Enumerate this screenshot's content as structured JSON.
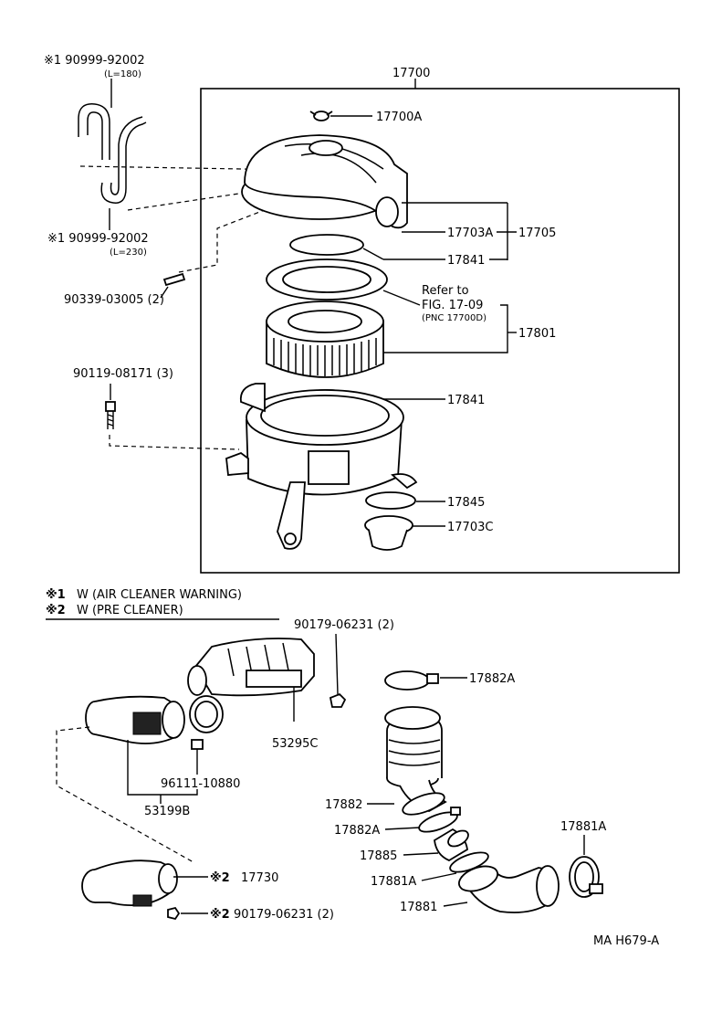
{
  "diagram_id": "MA  H679-A",
  "assembly_number": "17700",
  "labels": {
    "hose_180_part": "※1 90999-92002",
    "hose_180_len": "(L=180)",
    "hose_230_part": "※1 90999-92002",
    "hose_230_len": "(L=230)",
    "pin": "90339-03005 (2)",
    "bolt": "90119-08171 (3)",
    "wing_nut": "17700A",
    "cap_seal": "17703A",
    "cap_sub": "17705",
    "gasket_upper": "17841",
    "refer_line1": "Refer  to",
    "refer_line2": "FIG. 17-09",
    "refer_line3": "(PNC  17700D)",
    "element": "17801",
    "gasket_lower": "17841",
    "seal_17845": "17845",
    "valve": "17703C",
    "bracket_nut": "90179-06231 (2)",
    "bracket": "53295C",
    "clamp_96111": "96111-10880",
    "meter_assy": "53199B",
    "clamp_17882A_top": "17882A",
    "hose_17882": "17882",
    "clamp_17882A": "17882A",
    "tube_17885": "17885",
    "clamp_17881A_left": "17881A",
    "clamp_17881A_right": "17881A",
    "hose_17881": "17881",
    "pre_cleaner_part": "17730",
    "pre_cleaner_nut": "90179-06231 (2)"
  },
  "legend": {
    "note1_mark": "※1",
    "note1_text": "W (AIR  CLEANER  WARNING)",
    "note2_mark": "※2",
    "note2_text": "W (PRE  CLEANER)",
    "pre_cleaner_mark": "※2",
    "pre_cleaner_nut_mark": "※2"
  }
}
